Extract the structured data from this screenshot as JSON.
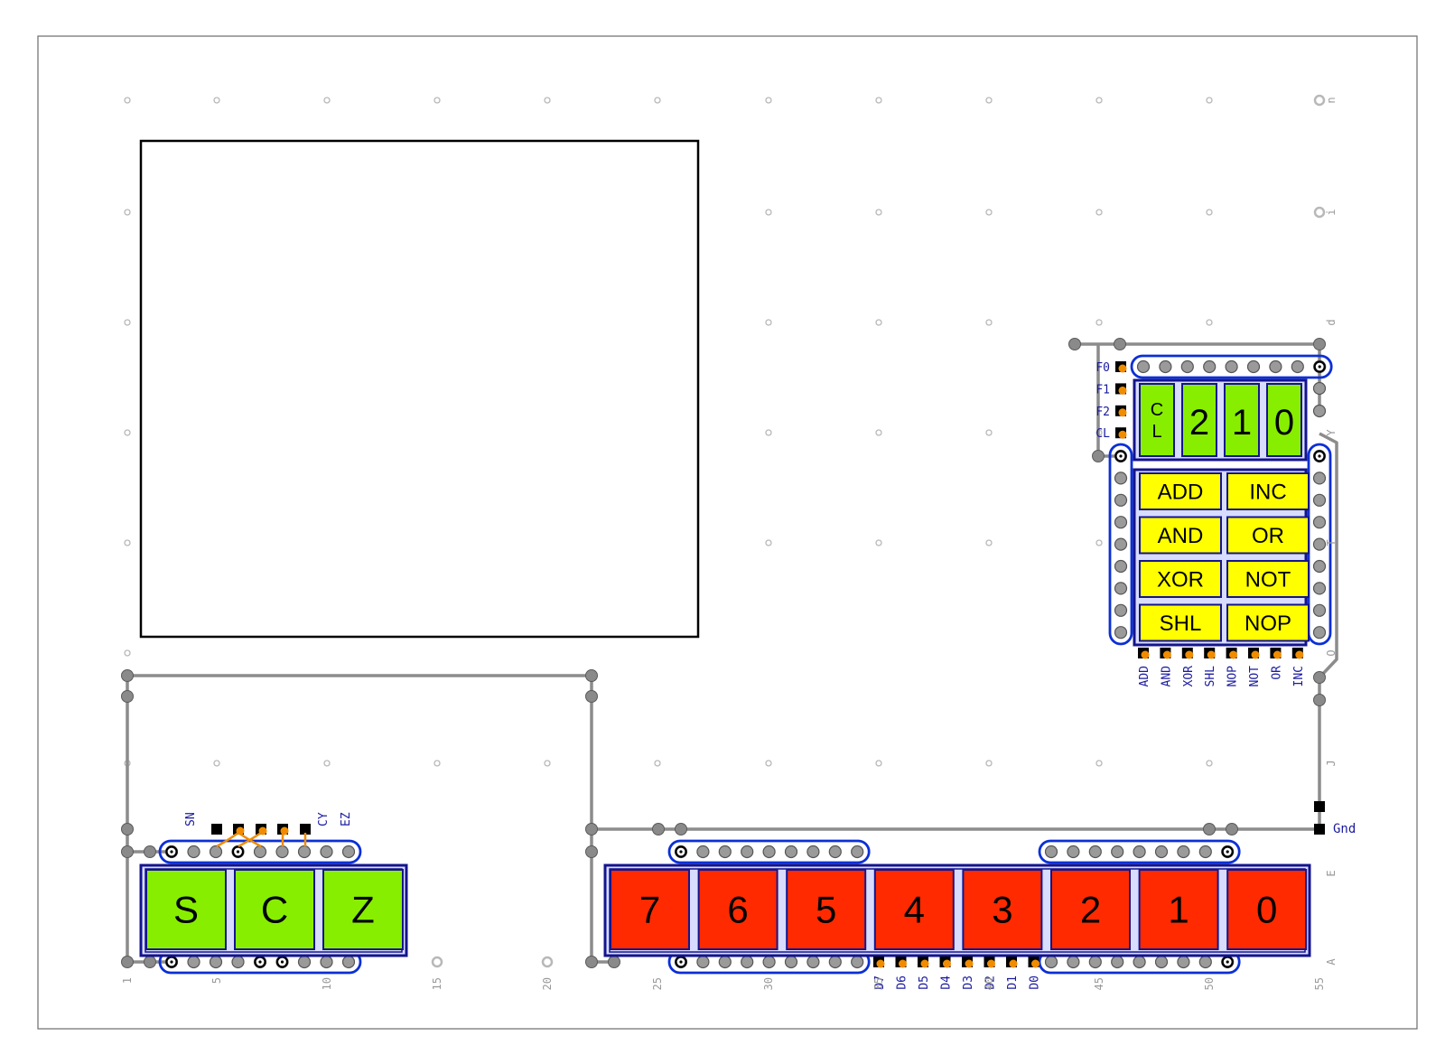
{
  "colors": {
    "board_outline": "#6b6b6b",
    "grid_hole": "#b8b8b8",
    "wire": "#8c8c8c",
    "trace_orange": "#f08c00",
    "socket_outline": "#0b2fd6",
    "label_blue": "#1a1aa0",
    "led_red": "#ff2a00",
    "led_green": "#88ee00",
    "led_yellow": "#ffff00",
    "led_frame": "#14148c",
    "pad_black": "#000000"
  },
  "board": {
    "col_numbers": [
      "1",
      "5",
      "10",
      "15",
      "20",
      "25",
      "30",
      "35",
      "40",
      "45",
      "50",
      "55"
    ],
    "row_letters": [
      "n",
      "i",
      "d",
      "Y",
      "T",
      "O",
      "J",
      "E",
      "A"
    ]
  },
  "flags": {
    "pin_labels": [
      "SN",
      "CY",
      "EZ"
    ],
    "leds": [
      "S",
      "C",
      "Z"
    ]
  },
  "data_bus": {
    "leds": [
      "7",
      "6",
      "5",
      "4",
      "3",
      "2",
      "1",
      "0"
    ],
    "pin_labels": [
      "D7",
      "D6",
      "D5",
      "D4",
      "D3",
      "D2",
      "D1",
      "D0"
    ],
    "gnd_label": "Gnd"
  },
  "func": {
    "input_labels": [
      "F0",
      "F1",
      "F2",
      "CL"
    ],
    "code_leds": [
      "C\nL",
      "2",
      "1",
      "0"
    ],
    "ops": [
      [
        "ADD",
        "INC"
      ],
      [
        "AND",
        "OR"
      ],
      [
        "XOR",
        "NOT"
      ],
      [
        "SHL",
        "NOP"
      ]
    ],
    "op_pin_labels": [
      "ADD",
      "AND",
      "XOR",
      "SHL",
      "NOP",
      "NOT",
      "OR",
      "INC"
    ]
  }
}
